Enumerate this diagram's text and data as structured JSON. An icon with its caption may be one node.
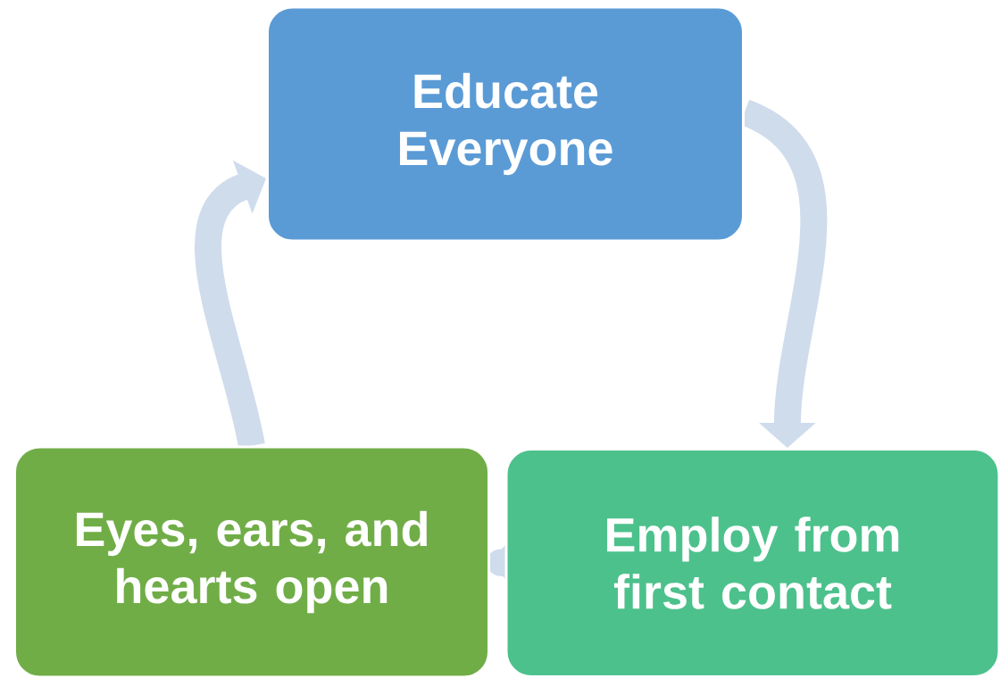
{
  "diagram": {
    "nodes": [
      {
        "text": [
          "Educate Everyone"
        ]
      },
      {
        "text": [
          "Employ from first contact"
        ]
      },
      {
        "text": [
          "Eyes, ears, and hearts open"
        ]
      }
    ],
    "edges": [
      {
        "from": 0,
        "to": 1,
        "arrow": "to"
      },
      {
        "from": 1,
        "to": 2,
        "arrow": "to"
      },
      {
        "from": 2,
        "to": 0,
        "arrow": "to"
      }
    ]
  }
}
